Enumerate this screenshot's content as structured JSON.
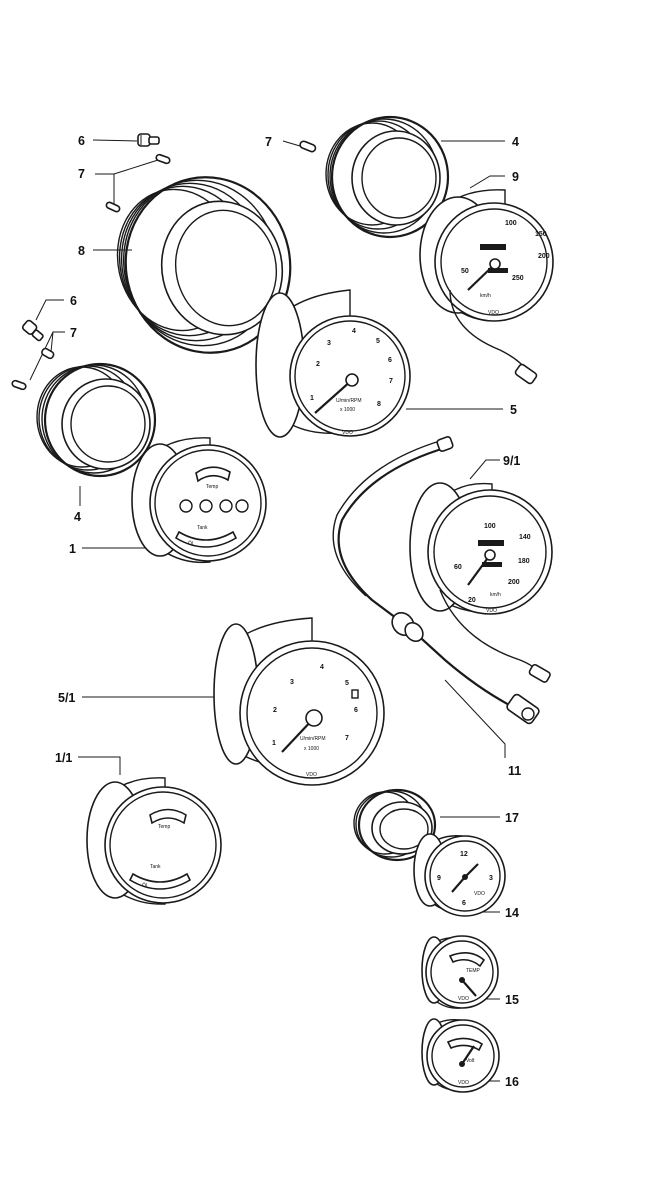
{
  "callouts": {
    "c6a": "6",
    "c7a": "7",
    "c7b": "7",
    "c4a": "4",
    "c9": "9",
    "c8": "8",
    "c6b": "6",
    "c7c": "7",
    "c5": "5",
    "c4b": "4",
    "c91": "9/1",
    "c1": "1",
    "c51": "5/1",
    "c11": "11",
    "c11b": "1/1",
    "c17": "17",
    "c14": "14",
    "c15": "15",
    "c16": "16"
  },
  "dials": {
    "tach_a": {
      "ticks": [
        "1",
        "2",
        "3",
        "4",
        "5",
        "6",
        "7",
        "8"
      ],
      "label": "U/min/RPM",
      "mult": "x 1000",
      "code": "VDO"
    },
    "tach_b": {
      "ticks": [
        "1",
        "2",
        "3",
        "4",
        "5",
        "6",
        "7"
      ],
      "label": "U/min/RPM",
      "mult": "x 1000",
      "code": "VDO"
    },
    "speedo_a": {
      "ticks": [
        "50",
        "100",
        "150",
        "200",
        "250"
      ],
      "unit": "km/h",
      "code": "VDO"
    },
    "speedo_b": {
      "ticks": [
        "20",
        "60",
        "100",
        "140",
        "180",
        "200"
      ],
      "unit": "km/h",
      "code": "VDO"
    },
    "combo_a": {
      "temp": "Temp",
      "tank": "Tank",
      "oil": "Öl"
    },
    "combo_b": {
      "temp": "Temp",
      "tank": "Tank",
      "oil": "Öl"
    },
    "clock": {
      "ticks": [
        "12",
        "3",
        "6",
        "9"
      ],
      "code": "VDO"
    },
    "temp_gauge": {
      "label": "TEMP",
      "code": "VDO"
    },
    "volt_gauge": {
      "label": "Volt",
      "code": "VDO"
    }
  }
}
